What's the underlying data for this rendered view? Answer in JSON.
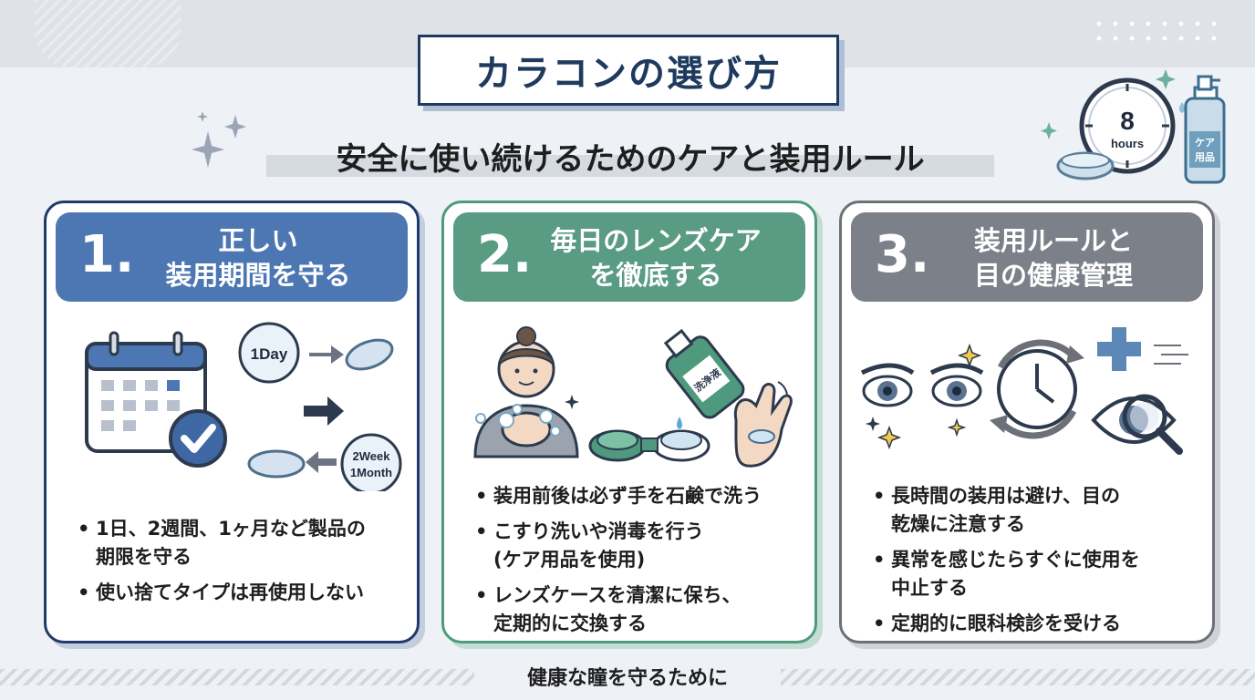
{
  "title": "カラコンの選び方",
  "subtitle": "安全に使い続けるためのケアと装用ルール",
  "header_illustration": {
    "timer_number": "8",
    "timer_unit": "hours",
    "bottle_label": [
      "ケア",
      "用品"
    ]
  },
  "cards": [
    {
      "number": "1.",
      "title_lines": [
        "正しい",
        "装用期間を守る"
      ],
      "color": "#4c77b3",
      "border": "#1f3a6b",
      "illustration": {
        "lens_labels": [
          "1Day",
          "2Week",
          "1Month"
        ]
      },
      "bullets": [
        [
          "1日、2週間、1ヶ月など製品の",
          "期限を守る"
        ],
        [
          "使い捨てタイプは再使用しない"
        ]
      ]
    },
    {
      "number": "2.",
      "title_lines": [
        "毎日のレンズケア",
        "を徹底する"
      ],
      "color": "#5a9b83",
      "border": "#4f9a7e",
      "illustration": {
        "bottle_text": "洗浄液"
      },
      "bullets": [
        [
          "装用前後は必ず手を石鹸で洗う"
        ],
        [
          "こすり洗いや消毒を行う",
          "(ケア用品を使用)"
        ],
        [
          "レンズケースを清潔に保ち、",
          "定期的に交換する"
        ]
      ]
    },
    {
      "number": "3.",
      "title_lines": [
        "装用ルールと",
        "目の健康管理"
      ],
      "color": "#7c8088",
      "border": "#6d7077",
      "bullets": [
        [
          "長時間の装用は避け、目の",
          "乾燥に注意する"
        ],
        [
          "異常を感じたらすぐに使用を",
          "中止する"
        ],
        [
          "定期的に眼科検診を受ける"
        ]
      ]
    }
  ],
  "footer": "健康な瞳を守るために"
}
